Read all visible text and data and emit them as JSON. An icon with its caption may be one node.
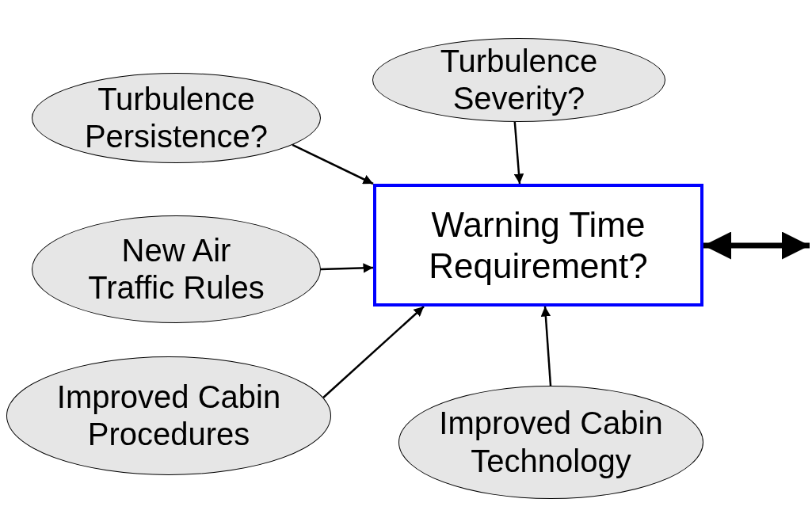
{
  "diagram": {
    "nodes": [
      {
        "text": [
          "Turbulence Severity?"
        ]
      },
      {
        "text": [
          "Turbulence Persistence?"
        ]
      },
      {
        "text": [
          "New Air Traffic Rules"
        ]
      },
      {
        "text": [
          "Warning Time Requirement?"
        ]
      },
      {
        "text": [
          "Improved Cabin Procedures"
        ]
      },
      {
        "text": [
          "Improved Cabin Technology"
        ]
      }
    ],
    "edges": [
      {
        "from": 0,
        "to": 3,
        "arrow": "to"
      },
      {
        "from": 1,
        "to": 3,
        "arrow": "to"
      },
      {
        "from": 2,
        "to": 3,
        "arrow": "to"
      },
      {
        "from": 4,
        "to": 3,
        "arrow": "to"
      },
      {
        "from": 5,
        "to": 3,
        "arrow": "to"
      },
      {
        "from": 3,
        "to": null,
        "arrow": "both",
        "style": "thick"
      }
    ]
  }
}
